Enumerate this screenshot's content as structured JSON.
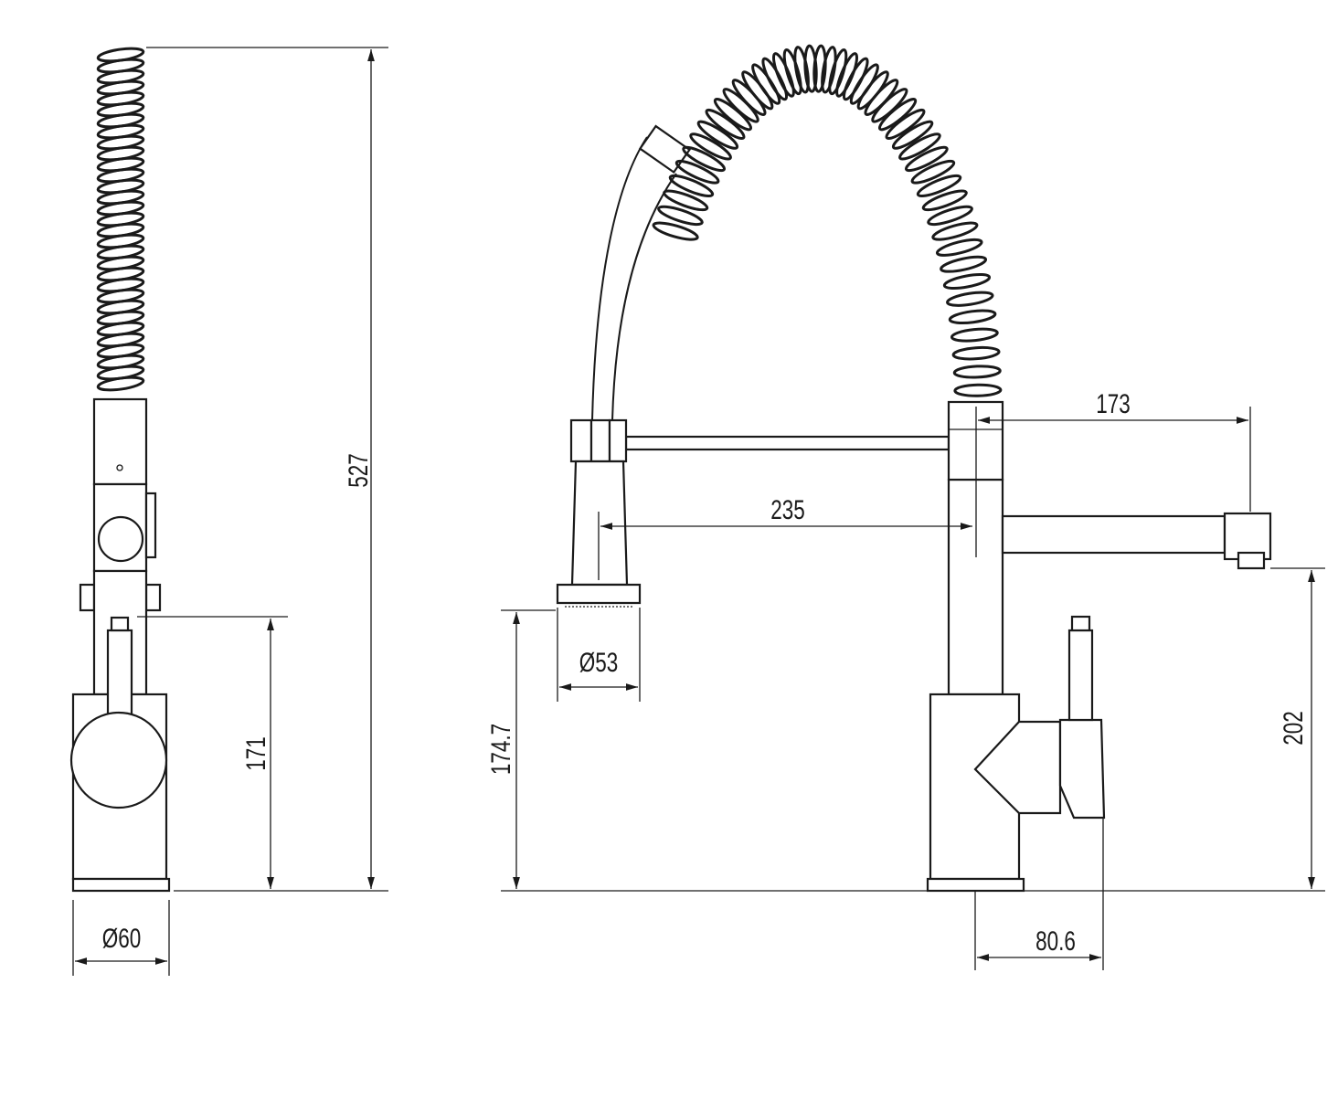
{
  "drawing": {
    "side_view": {
      "dimensions": {
        "total_height": "527",
        "lever_height": "171",
        "base_diameter": "Ø60"
      }
    },
    "front_view": {
      "dimensions": {
        "spout_reach": "173",
        "spray_reach": "235",
        "spray_diameter": "Ø53",
        "spray_height": "174.7",
        "spout_height": "202",
        "handle_offset": "80.6"
      }
    },
    "colors": {
      "line": "#1a1a1a",
      "background": "#ffffff"
    }
  }
}
